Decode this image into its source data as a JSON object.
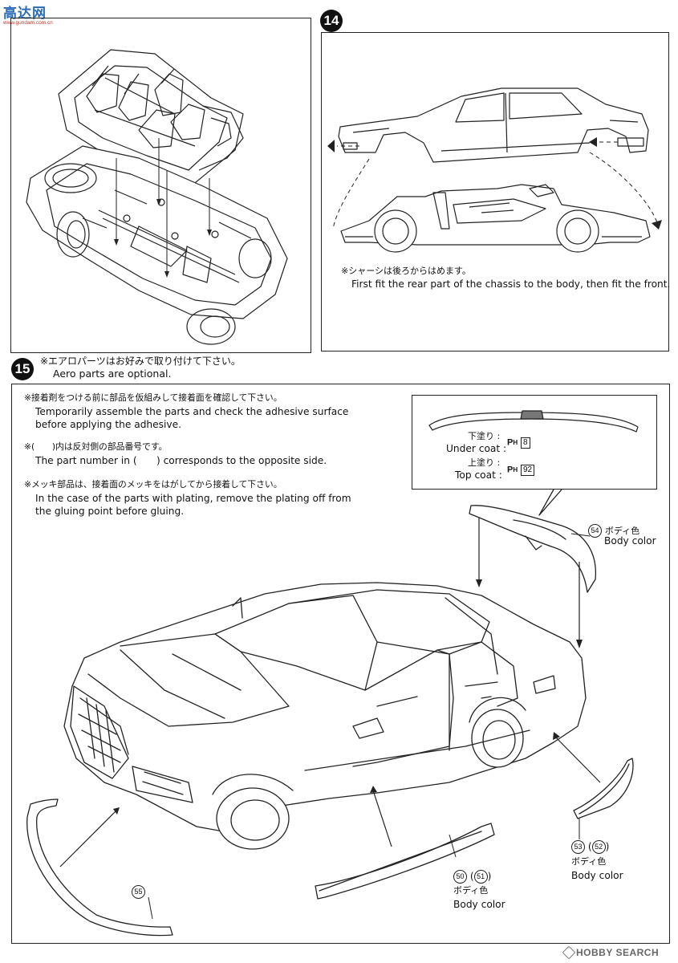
{
  "watermark_top": {
    "brand": "高达网",
    "url": "www.gundam.com.cn"
  },
  "watermark_bottom": {
    "brand": "HOBBY SEARCH"
  },
  "step14": {
    "number": "14",
    "note_jp": "※シャーシは後ろからはめます。",
    "note_en": "First fit the rear part of the chassis to the body, then fit the front."
  },
  "step15": {
    "number": "15",
    "header_jp": "※エアロパーツはお好みで取り付けて下さい。",
    "header_en": "Aero parts are optional.",
    "notes": [
      {
        "jp": "※接着剤をつける前に部品を仮組みして接着面を確認して下さい。",
        "en1": "Temporarily assemble the parts and check the adhesive surface",
        "en2": "before applying the adhesive."
      },
      {
        "jp": "※(　　)内は反対側の部品番号です。",
        "en1": "The part number in (　　) corresponds to the opposite side."
      },
      {
        "jp": "※メッキ部品は、接着面のメッキをはがしてから接着して下さい。",
        "en1": "In the case of the parts with plating, remove the plating off from",
        "en2": "the gluing point before gluing."
      }
    ],
    "paint_box": {
      "under_jp": "下塗り :",
      "under_en": "Under coat :",
      "under_code": "8",
      "top_jp": "上塗り :",
      "top_en": "Top coat :",
      "top_code": "92",
      "paint_prefix": "P",
      "paint_sub": "H"
    },
    "parts": {
      "p54": {
        "num": "54",
        "jp": "ボディ色",
        "en": "Body color"
      },
      "p53": {
        "num": "53",
        "opp": "52",
        "jp": "ボディ色",
        "en": "Body color"
      },
      "p50": {
        "num": "50",
        "opp": "51",
        "jp": "ボディ色",
        "en": "Body color"
      },
      "p55": {
        "num": "55"
      }
    }
  }
}
